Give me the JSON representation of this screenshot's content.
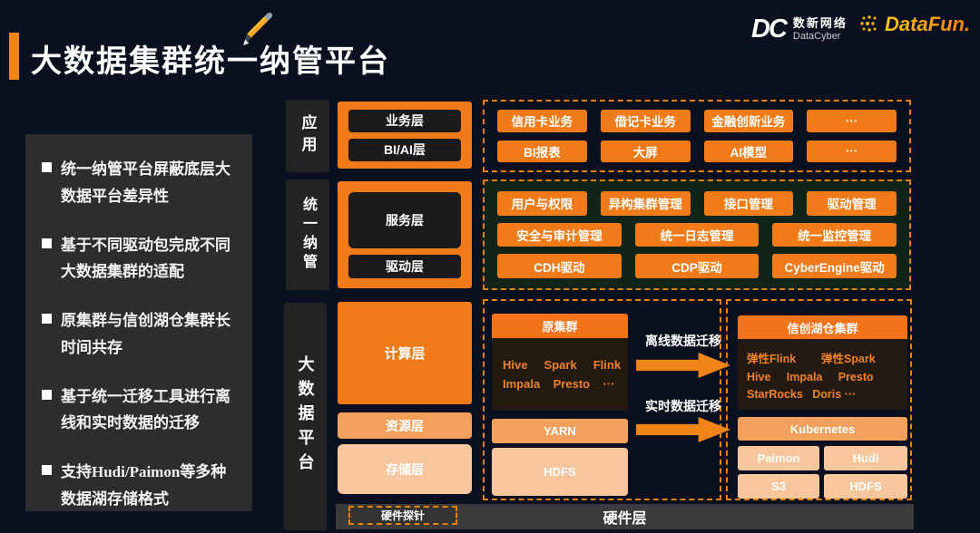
{
  "header": {
    "title": "大数据集群统一纳管平台",
    "dc_logo": {
      "mark": "DC",
      "name_cn": "数新网络",
      "name_en": "DataCyber"
    },
    "datafun_logo": "DataFun."
  },
  "left_panel": {
    "bullets": [
      "统一纳管平台屏蔽底层大数据平台差异性",
      "基于不同驱动包完成不同大数据集群的适配",
      "原集群与信创湖仓集群长时间共存",
      "基于统一迁移工具进行离线和实时数据的迁移",
      "支持Hudi/Paimon等多种数据湖存储格式"
    ]
  },
  "row_labels": {
    "app": "应用",
    "unified": "统一纳管",
    "bigdata": "大数据平台"
  },
  "layers": {
    "business": "业务层",
    "bi_ai": "BI/AI层",
    "service": "服务层",
    "driver": "驱动层",
    "compute": "计算层",
    "resource": "资源层",
    "storage": "存储层",
    "hw_probe": "硬件探针",
    "hw_layer": "硬件层"
  },
  "app_section": {
    "row1": [
      "信用卡业务",
      "借记卡业务",
      "金融创新业务",
      "···"
    ],
    "row2": [
      "BI报表",
      "大屏",
      "AI模型",
      "···"
    ]
  },
  "unified_section": {
    "row1": [
      "用户与权限",
      "异构集群管理",
      "接口管理",
      "驱动管理"
    ],
    "row2": [
      "安全与审计管理",
      "统一日志管理",
      "统一监控管理"
    ],
    "row3": [
      "CDH驱动",
      "CDP驱动",
      "CyberEngine驱动"
    ]
  },
  "source_cluster": {
    "title": "原集群",
    "lines": [
      "Hive     Spark     Flink",
      "Impala    Presto    ···"
    ],
    "resource": "YARN",
    "storage": "HDFS"
  },
  "target_cluster": {
    "title": "信创湖仓集群",
    "lines": [
      "弹性Flink        弹性Spark",
      "Hive     Impala     Presto",
      "StarRocks   Doris ···"
    ],
    "resource": "Kubernetes",
    "lake_left": "Paimon",
    "lake_right": "Hudi",
    "store_left": "S3",
    "store_right": "HDFS"
  },
  "migrations": {
    "offline": "离线数据迁移",
    "realtime": "实时数据迁移"
  },
  "colors": {
    "background": "#0A101F",
    "accent_orange": "#F08416",
    "box_orange": "#F07B18",
    "medium_orange": "#F2A05C",
    "light_peach": "#F8C69C",
    "panel_gray": "#2D2D2D",
    "unified_bg_green": "#10241A",
    "bar_gray": "#3B3B3B"
  }
}
